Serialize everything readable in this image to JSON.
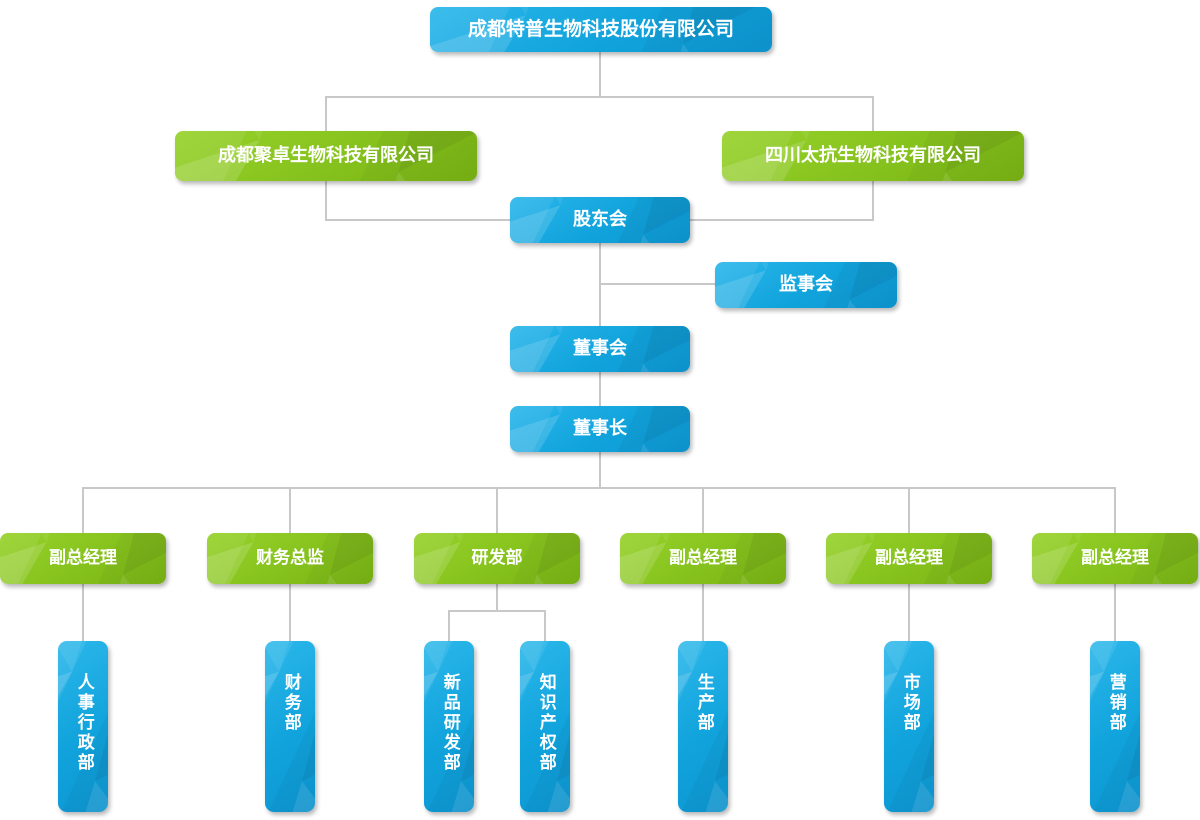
{
  "colors": {
    "node_blue": "#11a3dc",
    "node_green": "#86c21d",
    "connector": "#c8c8c8",
    "node_text": "#ffffff",
    "background": "#ffffff"
  },
  "nodes": {
    "root": {
      "label": "成都特普生物科技股份有限公司"
    },
    "subsidiary_left": {
      "label": "成都聚卓生物科技有限公司"
    },
    "subsidiary_right": {
      "label": "四川太抗生物科技有限公司"
    },
    "shareholders": {
      "label": "股东会"
    },
    "supervisory": {
      "label": "监事会"
    },
    "board": {
      "label": "董事会"
    },
    "chairman": {
      "label": "董事长"
    },
    "vp1": {
      "label": "副总经理"
    },
    "cfo": {
      "label": "财务总监"
    },
    "rnd": {
      "label": "研发部"
    },
    "vp2": {
      "label": "副总经理"
    },
    "vp3": {
      "label": "副总经理"
    },
    "vp4": {
      "label": "副总经理"
    },
    "hr_admin": {
      "label": "人事行政部"
    },
    "finance": {
      "label": "财务部"
    },
    "new_product_rnd": {
      "label": "新品研发部"
    },
    "ip": {
      "label": "知识产权部"
    },
    "production": {
      "label": "生产部"
    },
    "market": {
      "label": "市场部"
    },
    "sales": {
      "label": "营销部"
    }
  },
  "hierarchy": [
    {
      "parent": "root",
      "children": [
        "subsidiary_left",
        "subsidiary_right"
      ]
    },
    {
      "parent": "subsidiary_left",
      "children": [
        "shareholders"
      ]
    },
    {
      "parent": "subsidiary_right",
      "children": [
        "shareholders"
      ]
    },
    {
      "parent": "shareholders",
      "children": [
        "supervisory",
        "board"
      ]
    },
    {
      "parent": "board",
      "children": [
        "chairman"
      ]
    },
    {
      "parent": "chairman",
      "children": [
        "vp1",
        "cfo",
        "rnd",
        "vp2",
        "vp3",
        "vp4"
      ]
    },
    {
      "parent": "vp1",
      "children": [
        "hr_admin"
      ]
    },
    {
      "parent": "cfo",
      "children": [
        "finance"
      ]
    },
    {
      "parent": "rnd",
      "children": [
        "new_product_rnd",
        "ip"
      ]
    },
    {
      "parent": "vp2",
      "children": [
        "production"
      ]
    },
    {
      "parent": "vp3",
      "children": [
        "market"
      ]
    },
    {
      "parent": "vp4",
      "children": [
        "sales"
      ]
    }
  ]
}
